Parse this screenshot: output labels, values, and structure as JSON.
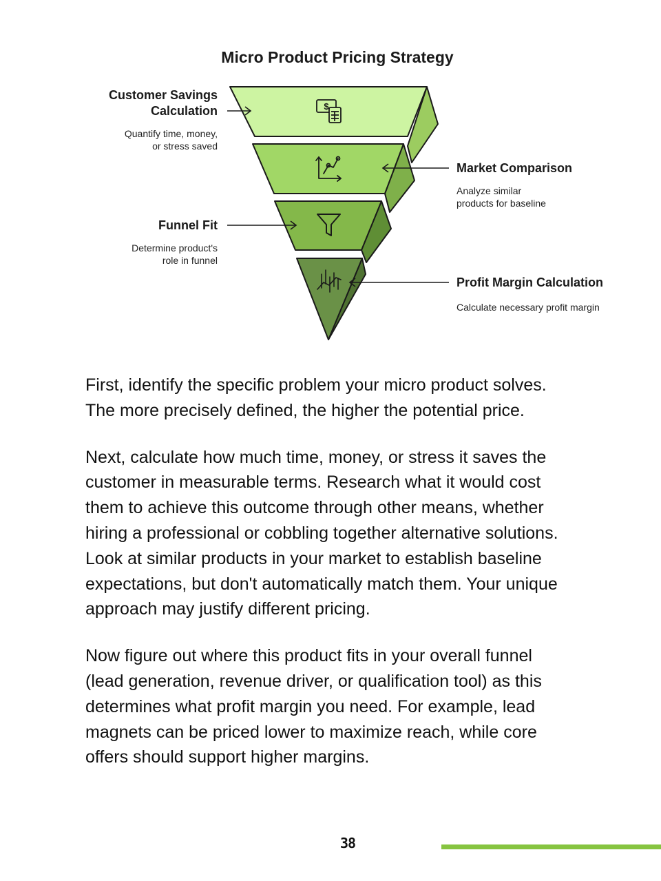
{
  "diagram": {
    "title": "Micro Product Pricing Strategy",
    "layers": [
      {
        "title_lines": [
          "Customer Savings",
          "Calculation"
        ],
        "desc_lines": [
          "Quantify time, money,",
          "or stress saved"
        ],
        "icon": "money-calculator-icon",
        "color": "#cdf4a2",
        "side": "left"
      },
      {
        "title_lines": [
          "Market Comparison"
        ],
        "desc_lines": [
          "Analyze similar",
          "products for baseline"
        ],
        "icon": "line-graph-icon",
        "color": "#a1d766",
        "side": "right"
      },
      {
        "title_lines": [
          "Funnel Fit"
        ],
        "desc_lines": [
          "Determine product's",
          "role in funnel"
        ],
        "icon": "funnel-icon",
        "color": "#84b84a",
        "side": "left"
      },
      {
        "title_lines": [
          "Profit Margin Calculation"
        ],
        "desc_lines": [
          "Calculate necessary profit margin"
        ],
        "icon": "profit-chart-icon",
        "color": "#6a9147",
        "side": "right"
      }
    ]
  },
  "paragraphs": [
    [
      "First, identify the specific problem your micro product solves.",
      "The more precisely defined, the higher the potential price."
    ],
    [
      "Next, calculate how much time, money, or stress it saves the",
      "customer in measurable terms. Research what it would cost",
      "them to achieve this outcome through other means, whether",
      "hiring a professional or cobbling together alternative solutions.",
      "Look at similar products in your market to establish baseline",
      "expectations, but don't automatically match them. Your unique",
      "approach may justify different pricing."
    ],
    [
      "Now figure out where this product fits in your overall funnel",
      "(lead generation, revenue driver, or qualification tool) as this",
      "determines what profit margin you need. For example, lead",
      "magnets can be priced lower to maximize reach, while core",
      "offers should support higher margins."
    ]
  ],
  "footer": {
    "page_number": "38",
    "accent_color": "#86c440"
  }
}
